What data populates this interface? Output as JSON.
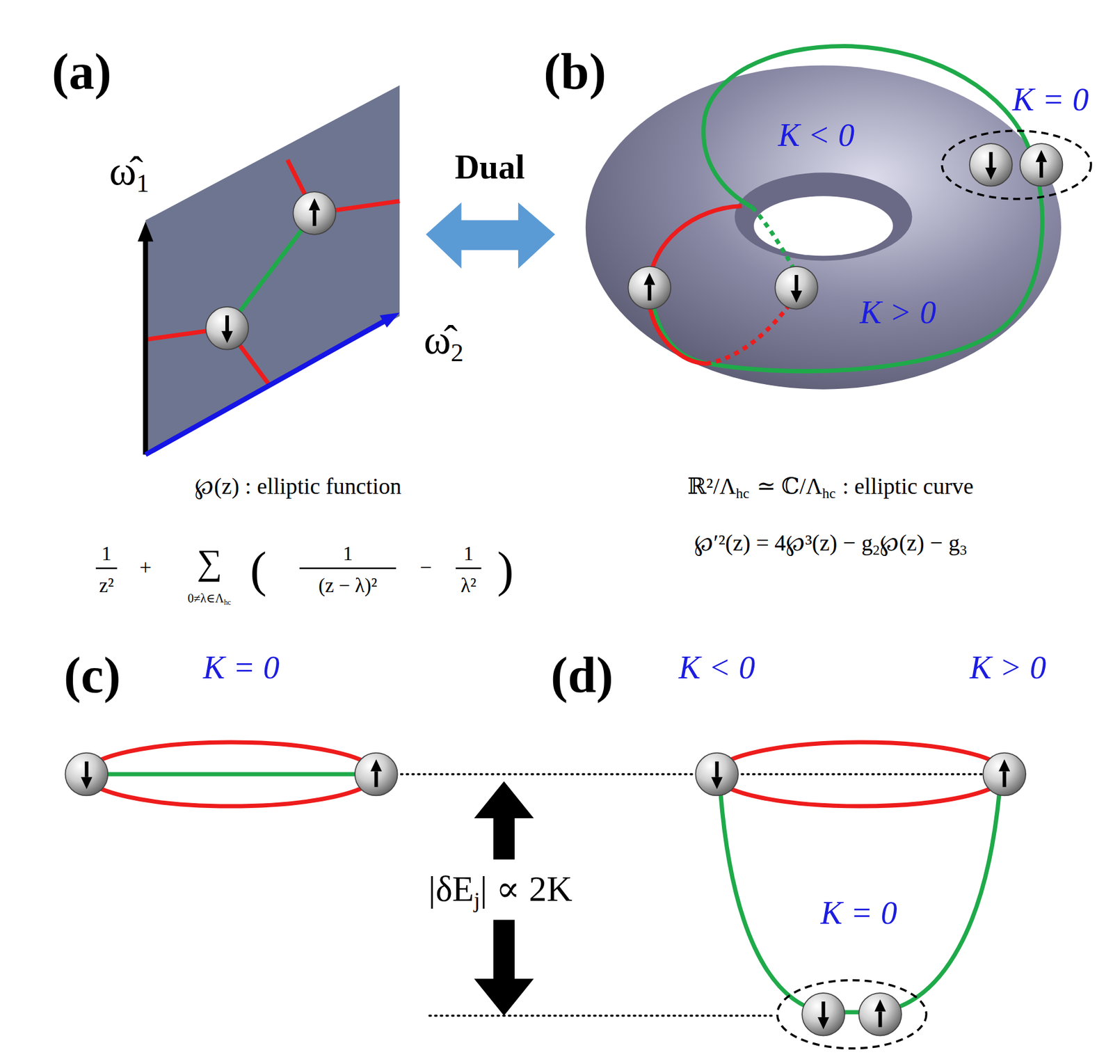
{
  "diagram": {
    "labels": [
      "(a)",
      "(b)",
      "(c)",
      "(d)",
      "ω̂",
      "1",
      "ω̂",
      "2",
      "Dual",
      "℘(z) : elliptic function",
      "1",
      "z²",
      "+",
      "∑",
      "0≠λ∈Λ",
      "hc",
      "(",
      "1",
      "(z − λ)²",
      "−",
      "1",
      "λ²",
      ")",
      "ℝ²/Λ",
      "hc",
      "≃ ℂ/Λ",
      "hc",
      ": elliptic curve",
      "℘′²(z) = 4℘³(z) − g",
      "2",
      "℘(z) − g",
      "3",
      "K = 0",
      "K < 0",
      "K > 0",
      "K = 0",
      "K < 0",
      "K > 0",
      "|δE",
      "j",
      "| ∝ 2K",
      "K = 0"
    ]
  }
}
